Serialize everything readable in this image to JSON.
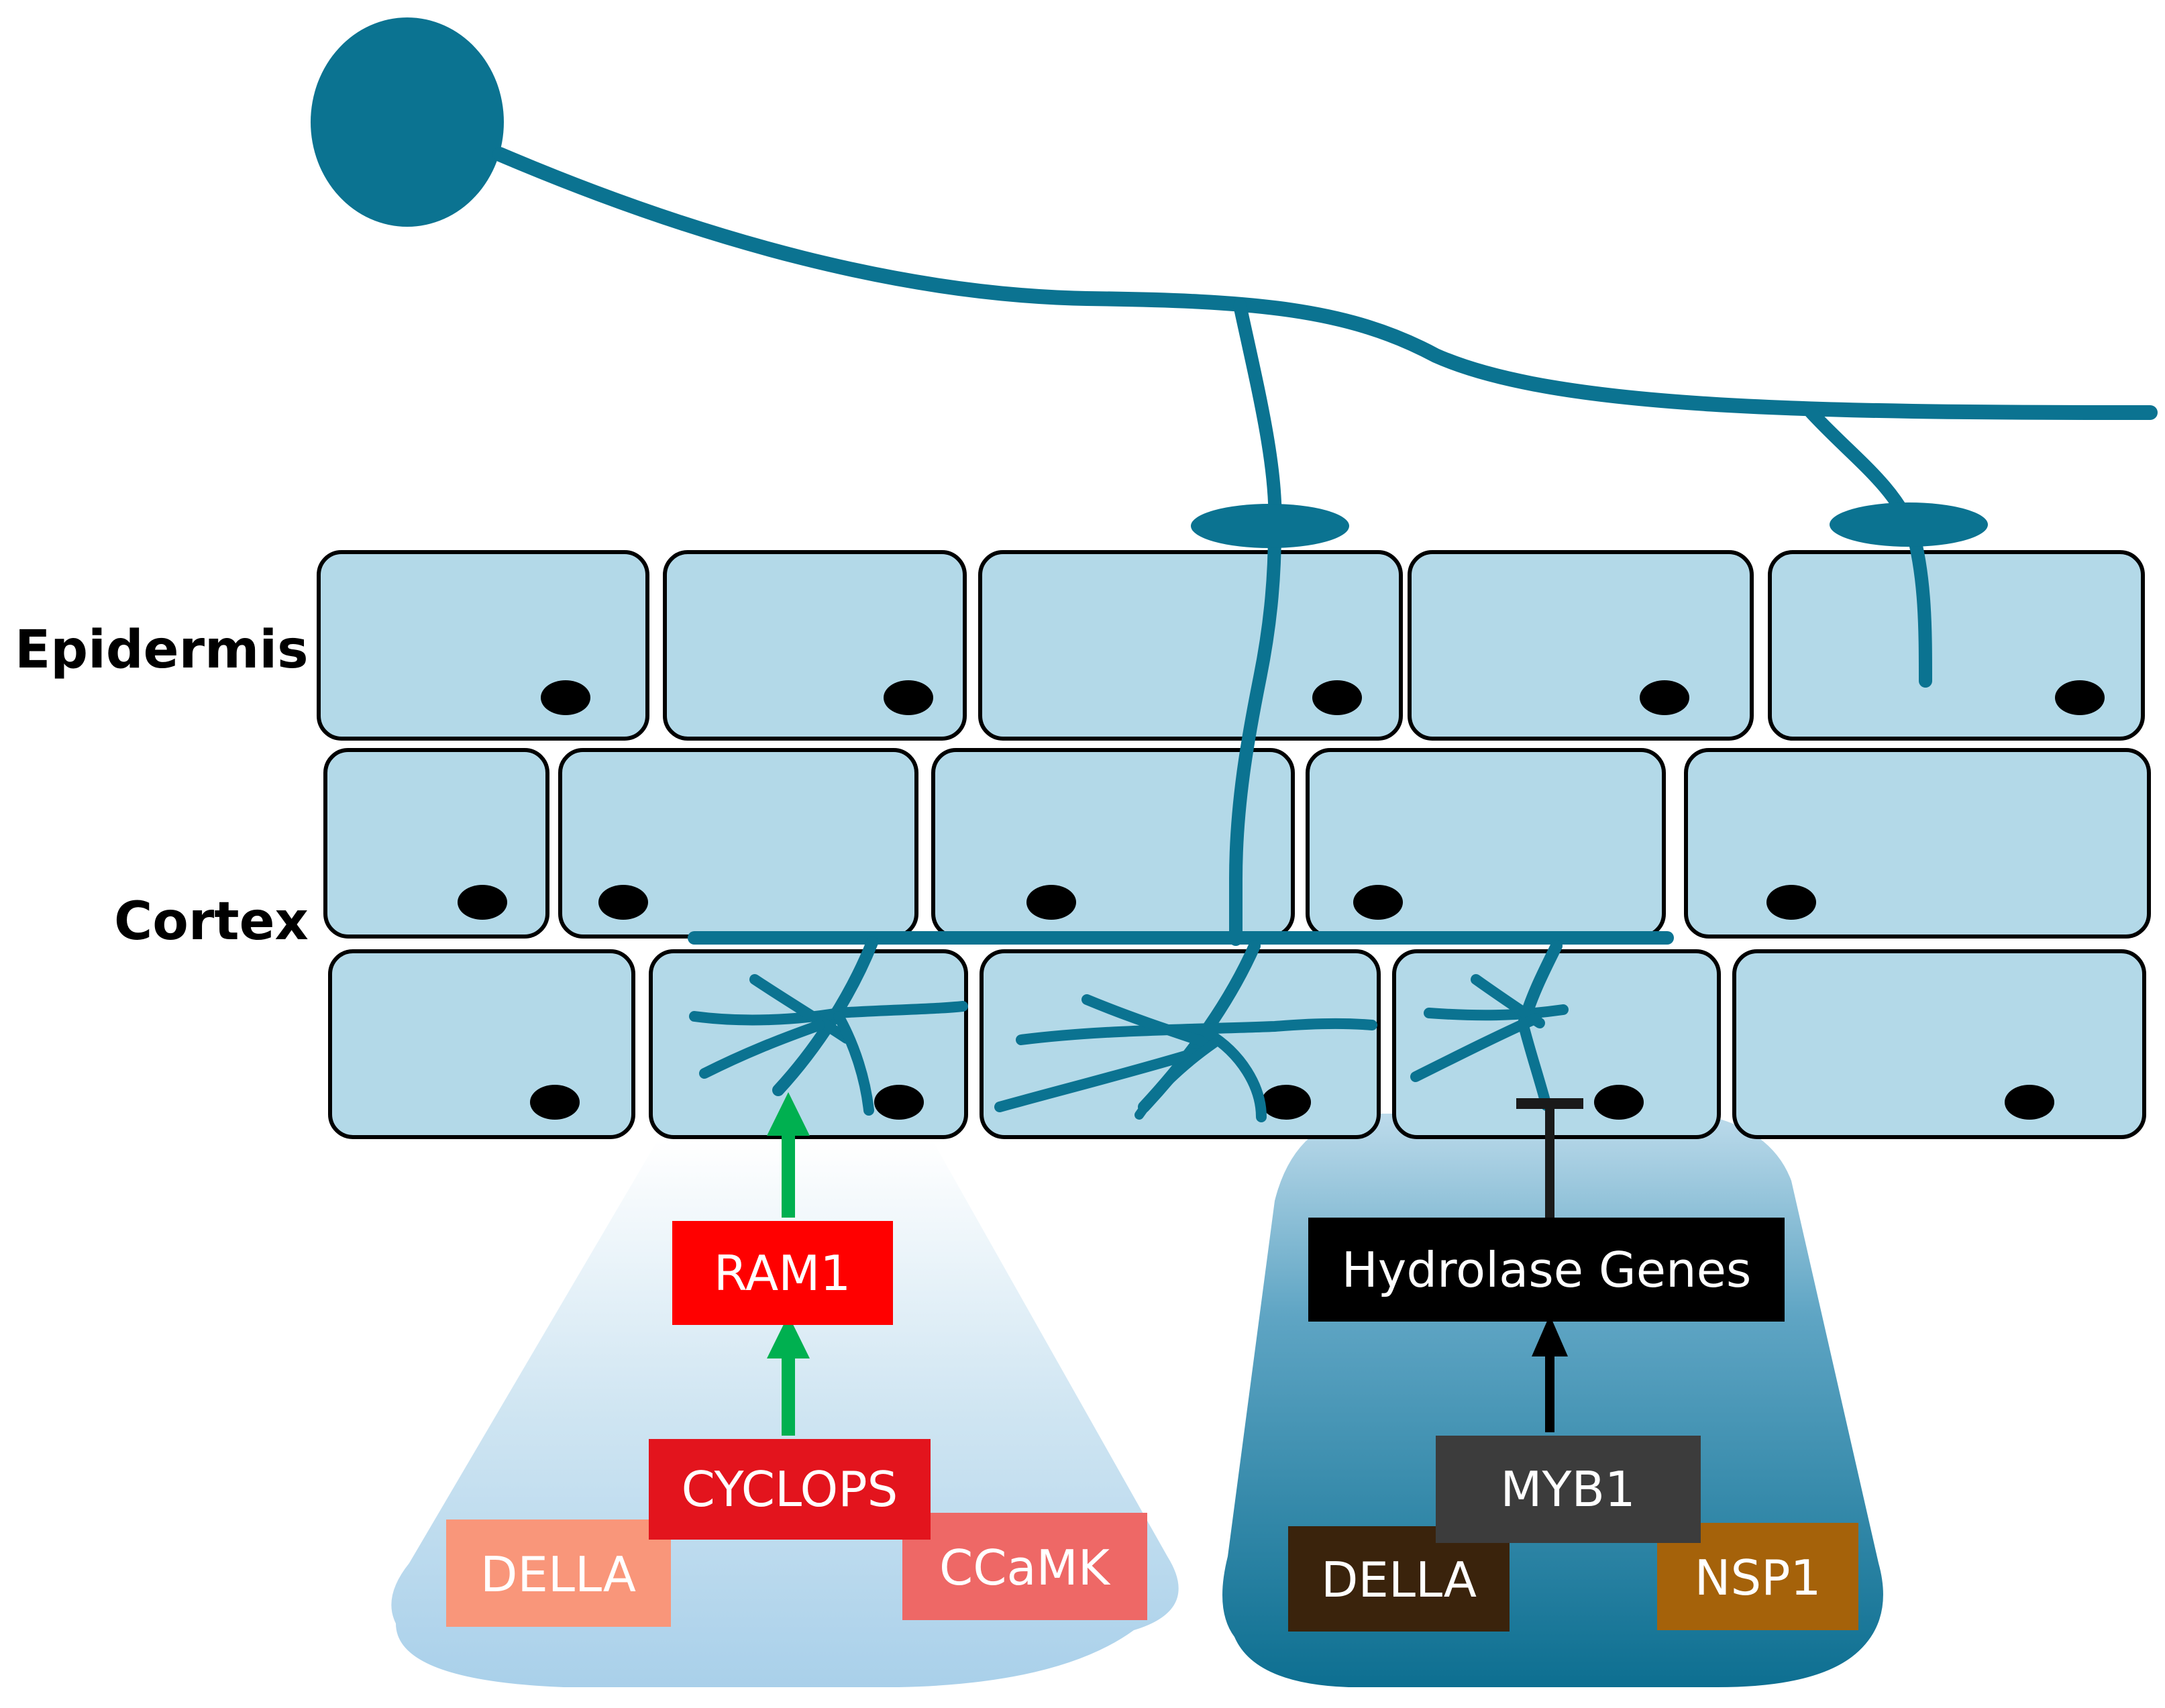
{
  "labels": {
    "epidermis": "Epidermis",
    "cortex": "Cortex"
  },
  "left_pathway": {
    "ram1": "RAM1",
    "cyclops": "CYCLOPS",
    "della": "DELLA",
    "ccamk": "CCaMK"
  },
  "right_pathway": {
    "hydrolase": "Hydrolase Genes",
    "myb1": "MYB1",
    "della": "DELLA",
    "nsp1": "NSP1"
  },
  "colors": {
    "hypha": "#0b7391",
    "cell_fill": "#b3d9e8",
    "cell_border": "#000000",
    "activation_arrow": "#00b050",
    "ram1": "#ff0000",
    "cyclops": "#e3141d",
    "della_left": "#f9967a",
    "ccamk": "#ee6866",
    "hydrolase": "#000000",
    "myb1": "#3c3c3c",
    "della_right": "#3a230c",
    "nsp1": "#a5620a"
  },
  "icons": {
    "spore": "spore-icon",
    "appressorium": "appressorium-icon",
    "arbuscule": "arbuscule-icon",
    "nucleus": "nucleus-icon"
  }
}
